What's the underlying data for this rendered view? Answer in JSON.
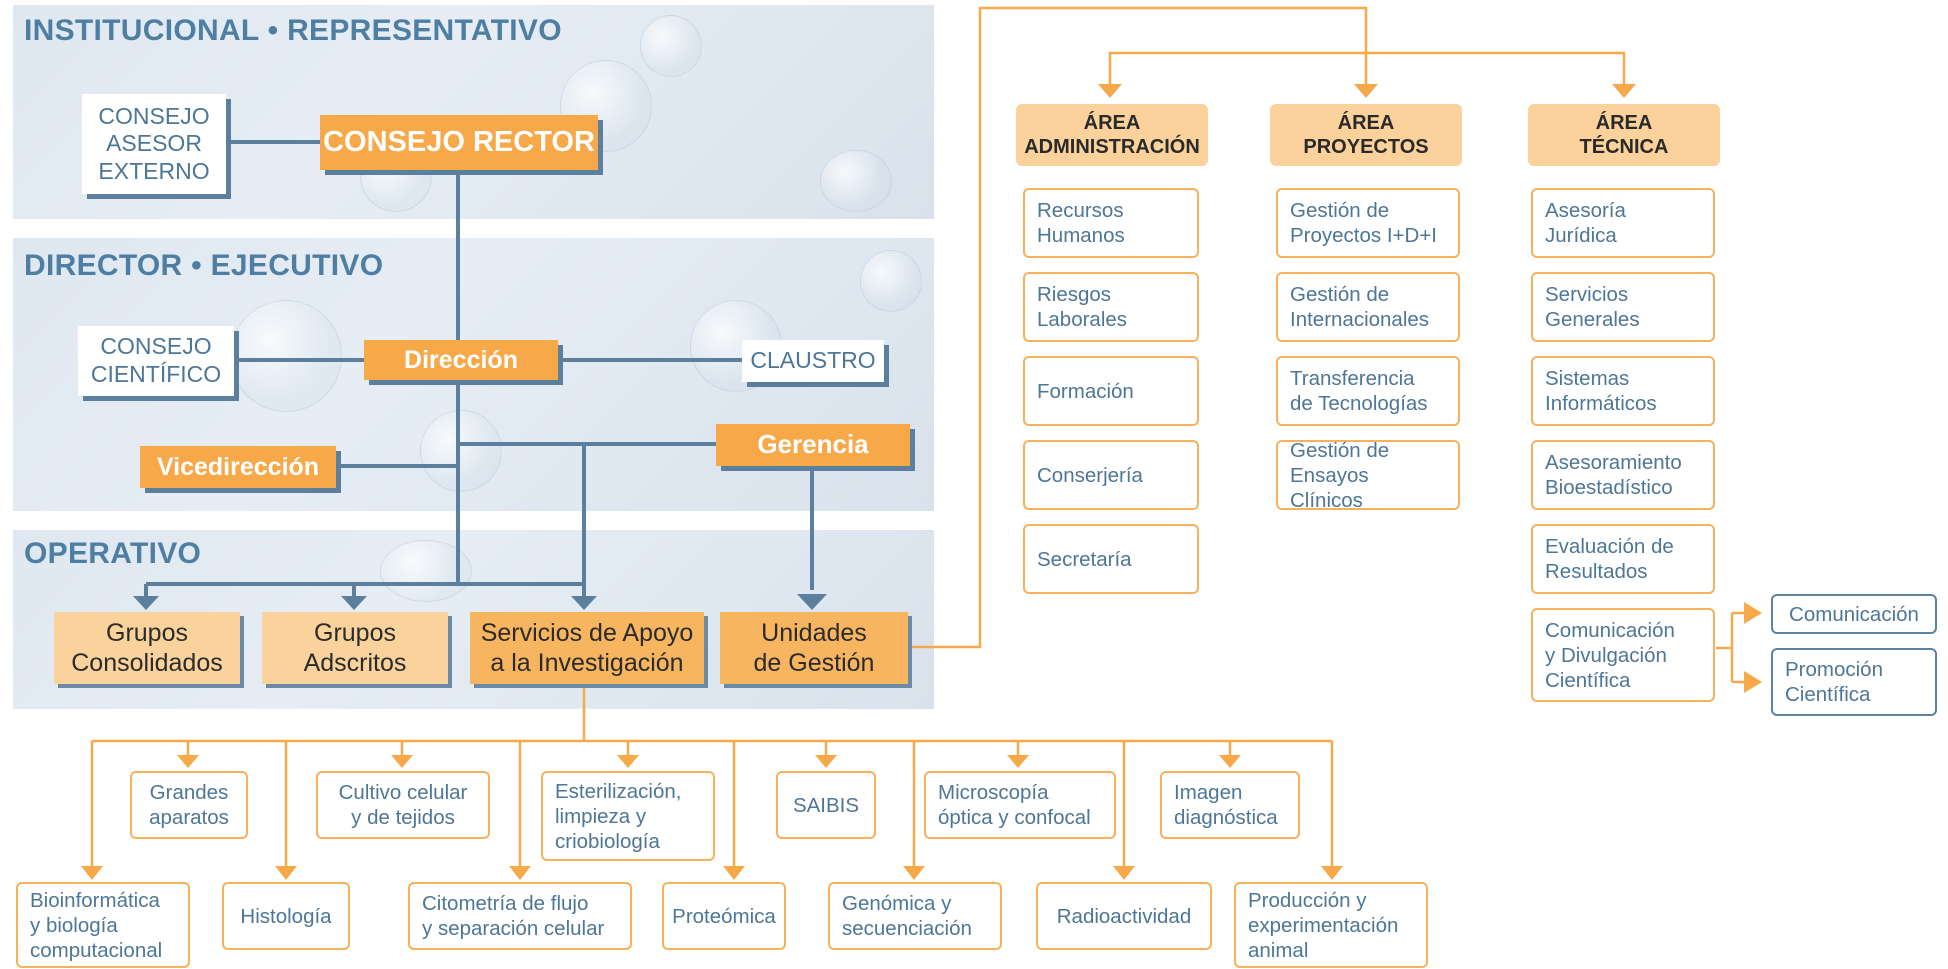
{
  "bands": {
    "institucional": "INSTITUCIONAL • REPRESENTATIVO",
    "director": "DIRECTOR • EJECUTIVO",
    "operativo": "OPERATIVO"
  },
  "nodes": {
    "consejo_asesor": "CONSEJO\nASESOR\nEXTERNO",
    "consejo_rector": "CONSEJO RECTOR",
    "consejo_cientifico": "CONSEJO\nCIENTÍFICO",
    "direccion": "Dirección",
    "claustro": "CLAUSTRO",
    "vicedireccion": "Vicedirección",
    "gerencia": "Gerencia",
    "grupos_consolidados": "Grupos\nConsolidados",
    "grupos_adscritos": "Grupos\nAdscritos",
    "servicios_apoyo": "Servicios de Apoyo\na la Investigación",
    "unidades_gestion": "Unidades\nde Gestión"
  },
  "areas": [
    {
      "title": "ÁREA\nADMINISTRACIÓN",
      "items": [
        "Recursos\nHumanos",
        "Riesgos\nLaborales",
        "Formación",
        "Conserjería",
        "Secretaría"
      ]
    },
    {
      "title": "ÁREA\nPROYECTOS",
      "items": [
        "Gestión de\nProyectos I+D+I",
        "Gestión de\nInternacionales",
        "Transferencia\nde Tecnologías",
        "Gestión de\nEnsayos Clínicos"
      ]
    },
    {
      "title": "ÁREA\nTÉCNICA",
      "items": [
        "Asesoría\nJurídica",
        "Servicios\nGenerales",
        "Sistemas\nInformáticos",
        "Asesoramiento\nBioestadístico",
        "Evaluación de\nResultados",
        "Comunicación\ny Divulgación\nCientífica"
      ]
    }
  ],
  "comunicacion_sub": [
    "Comunicación",
    "Promoción\nCientífica"
  ],
  "services_top": [
    "Grandes\naparatos",
    "Cultivo celular\ny de tejidos",
    "Esterilización,\nlimpieza y\ncriobiología",
    "SAIBIS",
    "Microscopía\nóptica y confocal",
    "Imagen\ndiagnóstica"
  ],
  "services_bottom": [
    "Bioinformática\ny biología\ncomputacional",
    "Histología",
    "Citometría de flujo\ny separación celular",
    "Proteómica",
    "Genómica y\nsecuenciación",
    "Radioactividad",
    "Producción y\nexperimentación\nanimal"
  ],
  "colors": {
    "orange": "#f7a94a",
    "blue": "#5b7f9c",
    "band": "#dfe7f0"
  }
}
